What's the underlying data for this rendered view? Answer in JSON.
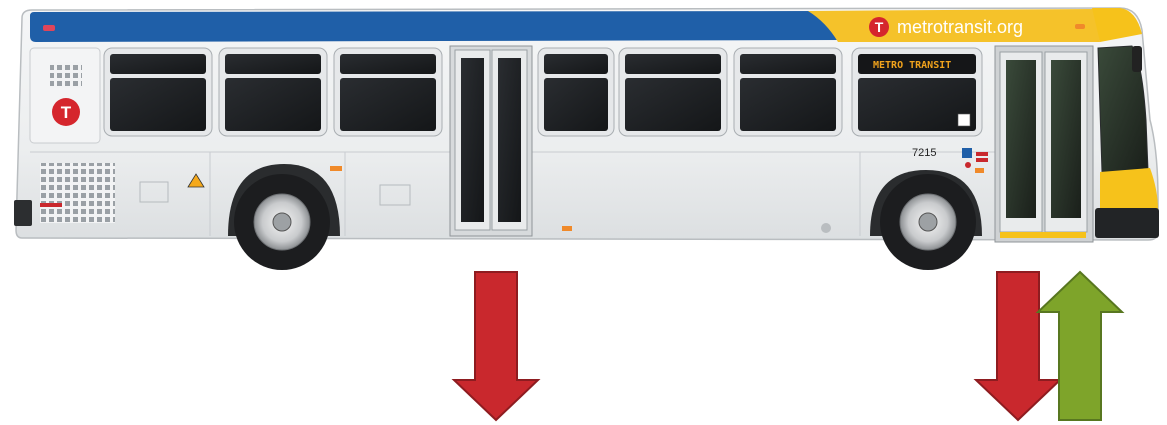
{
  "bus": {
    "website": "metrotransit.org",
    "destination_sign": "METRO TRANSIT",
    "fleet_number": "7215",
    "logo_letter": "T",
    "colors": {
      "body": "#eef0f1",
      "stripe_blue": "#1f5fa8",
      "stripe_yellow": "#f5c22a",
      "front_yellow": "#f6c21b",
      "window_glass": "#1d1f22",
      "logo_red": "#d5262d",
      "sign_text": "#f0a21c"
    }
  },
  "arrows": [
    {
      "name": "exit-arrow-rear-door",
      "direction": "down",
      "color": "#c9282d",
      "meaning": "exit"
    },
    {
      "name": "exit-arrow-front-door",
      "direction": "down",
      "color": "#c9282d",
      "meaning": "exit"
    },
    {
      "name": "entry-arrow-front-door",
      "direction": "up",
      "color": "#7ea42a",
      "meaning": "entry"
    }
  ]
}
